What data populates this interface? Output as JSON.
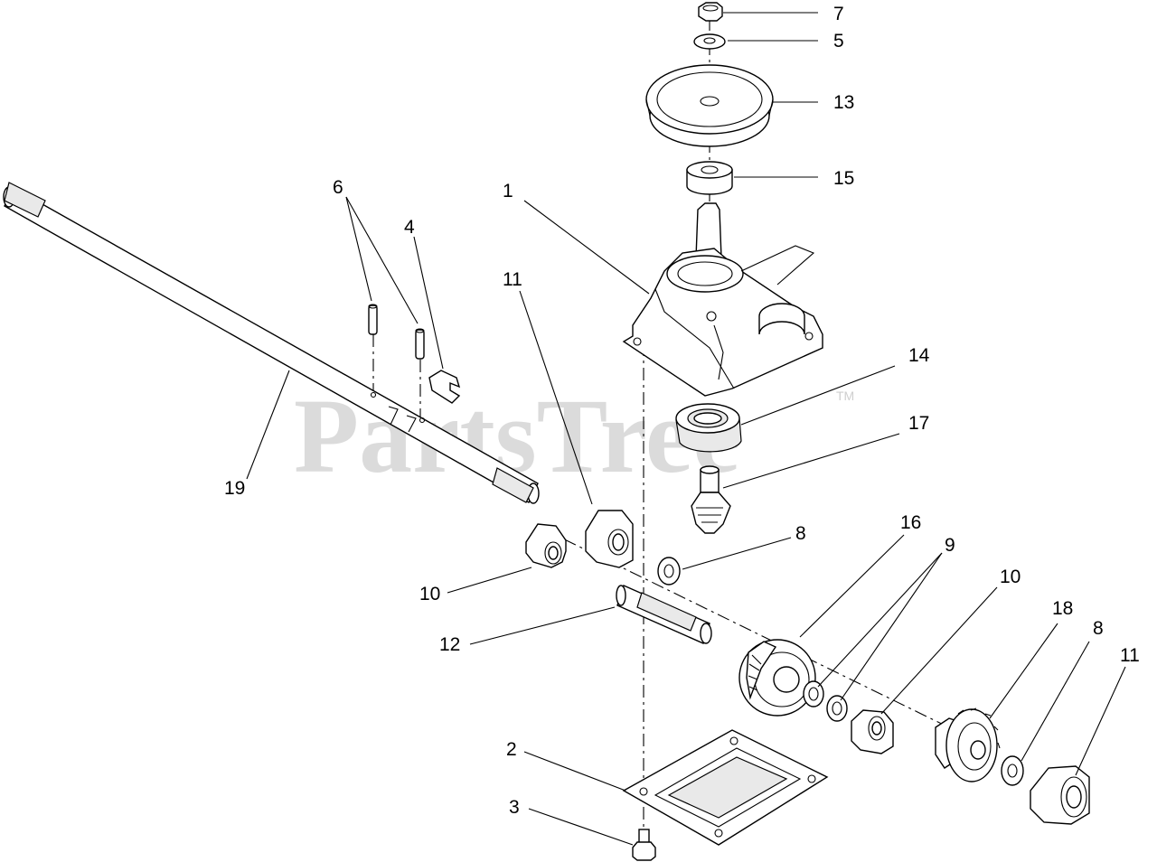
{
  "watermark": {
    "text": "PartsTree",
    "trademark": "TM"
  },
  "callouts": [
    {
      "id": "c7",
      "label": "7"
    },
    {
      "id": "c5",
      "label": "5"
    },
    {
      "id": "c13",
      "label": "13"
    },
    {
      "id": "c15",
      "label": "15"
    },
    {
      "id": "c1",
      "label": "1"
    },
    {
      "id": "c6",
      "label": "6"
    },
    {
      "id": "c4",
      "label": "4"
    },
    {
      "id": "c11a",
      "label": "11"
    },
    {
      "id": "c14",
      "label": "14"
    },
    {
      "id": "c17",
      "label": "17"
    },
    {
      "id": "c19",
      "label": "19"
    },
    {
      "id": "c8a",
      "label": "8"
    },
    {
      "id": "c16",
      "label": "16"
    },
    {
      "id": "c9",
      "label": "9"
    },
    {
      "id": "c10a",
      "label": "10"
    },
    {
      "id": "c10b",
      "label": "10"
    },
    {
      "id": "c12",
      "label": "12"
    },
    {
      "id": "c18",
      "label": "18"
    },
    {
      "id": "c8b",
      "label": "8"
    },
    {
      "id": "c11b",
      "label": "11"
    },
    {
      "id": "c2",
      "label": "2"
    },
    {
      "id": "c3",
      "label": "3"
    }
  ]
}
